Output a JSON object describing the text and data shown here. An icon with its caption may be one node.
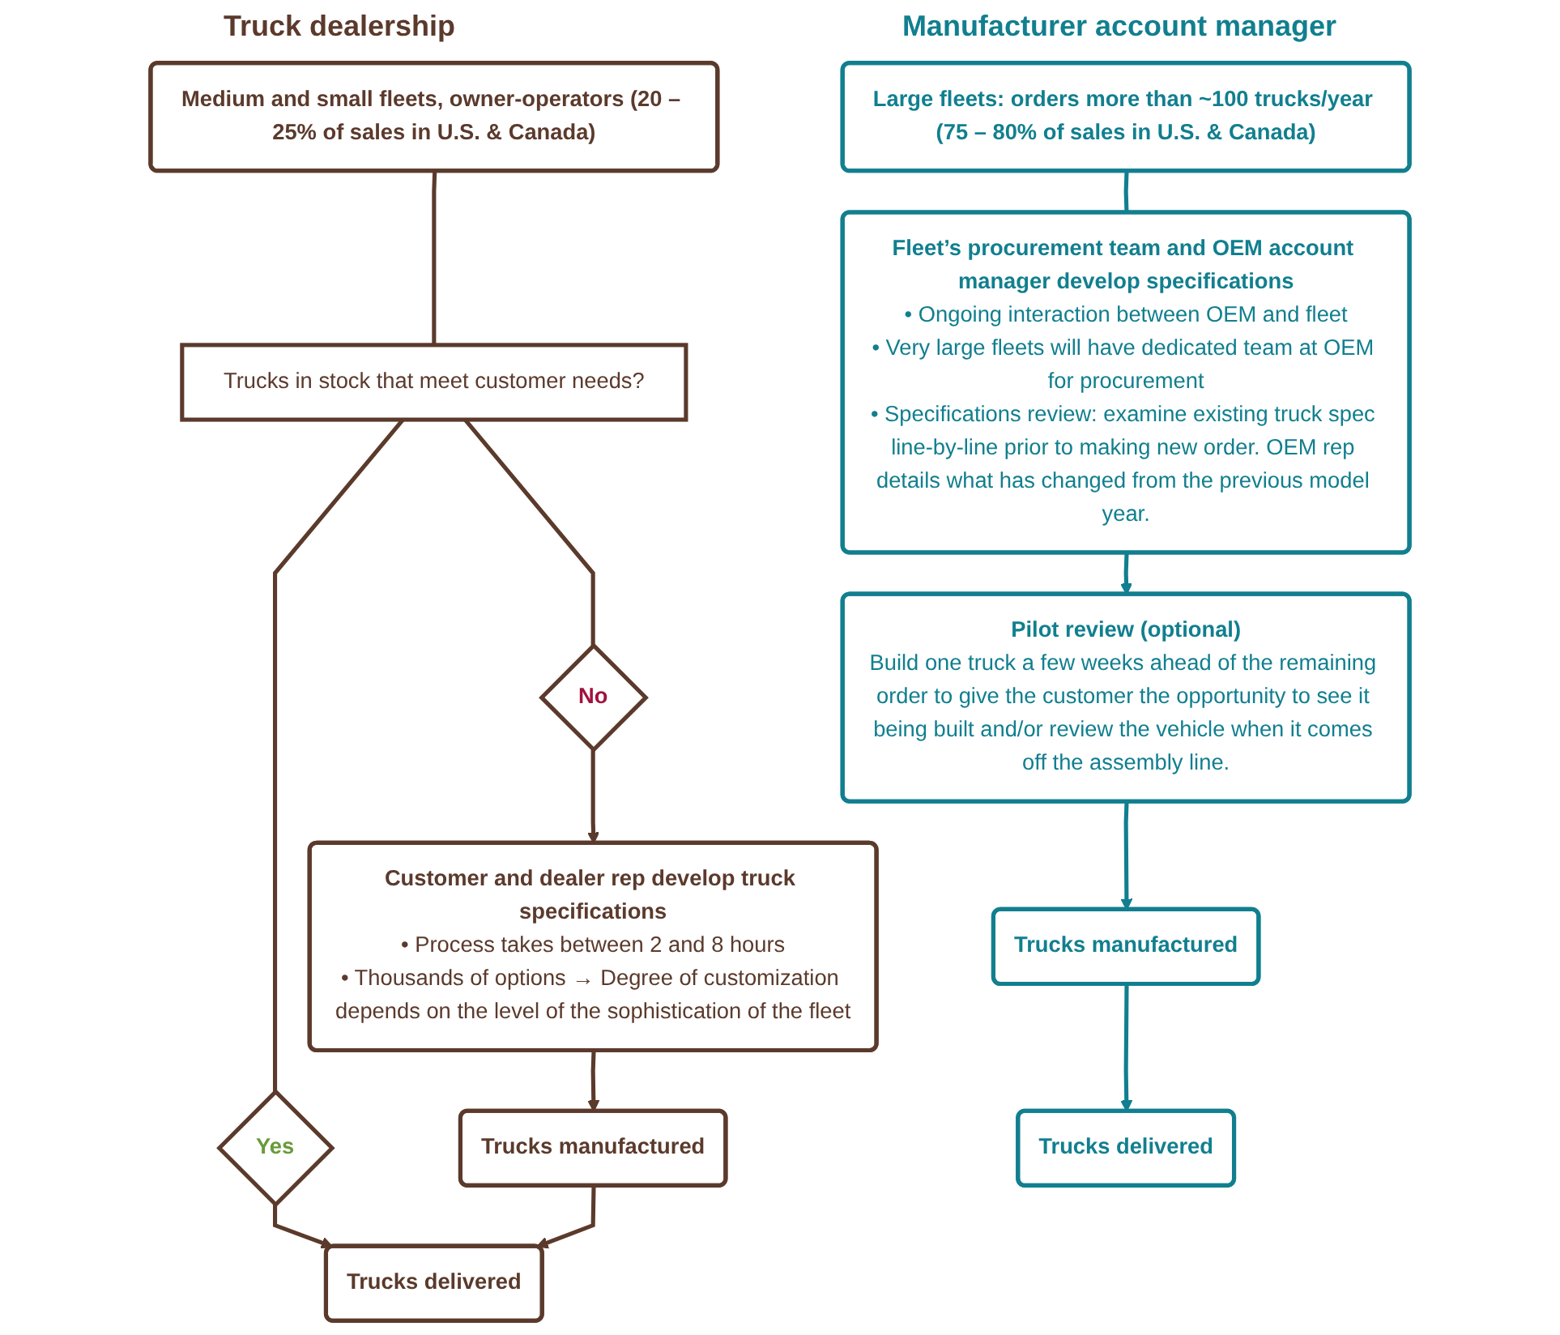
{
  "diagram": {
    "nodes": [
      {
        "text": [
          "Medium and small fleets, owner-operators (20 – 25% of sales in U.S. & Canada)"
        ]
      },
      {
        "text": [
          "Trucks in stock that meet customer needs?"
        ]
      },
      {
        "text": [
          "Yes"
        ]
      },
      {
        "text": [
          "No"
        ]
      },
      {
        "text": [
          "Customer and dealer rep develop truck specifications",
          "• Process takes between 2 and 8 hours",
          "• Thousands of options → Degree of customization depends on the level of the sophistication of the fleet"
        ]
      },
      {
        "text": [
          "Trucks manufactured"
        ]
      },
      {
        "text": [
          "Trucks delivered"
        ]
      },
      {
        "text": [
          "Large fleets: orders more than ~100 trucks/year (75 – 80% of sales in U.S. & Canada)"
        ]
      },
      {
        "text": [
          "Fleet’s procurement team and OEM account manager develop specifications",
          "• Ongoing interaction between OEM and fleet",
          "• Very large fleets will have dedicated team at OEM for procurement",
          "• Specifications review: examine existing truck spec line-by-line prior to making new order. OEM rep details what has changed from the previous model year."
        ]
      },
      {
        "text": [
          "Pilot review (optional)",
          "Build one truck a few weeks ahead of the remaining order to give the customer the opportunity to see it being built and/or review the vehicle when it comes off the assembly line."
        ]
      },
      {
        "text": [
          "Trucks manufactured"
        ]
      },
      {
        "text": [
          "Trucks delivered"
        ]
      }
    ],
    "edges": [
      {
        "from": 0,
        "to": 1,
        "arrow": "none"
      },
      {
        "from": 1,
        "to": 2,
        "arrow": "none"
      },
      {
        "from": 1,
        "to": 3,
        "arrow": "none"
      },
      {
        "from": 2,
        "to": 6,
        "arrow": "to"
      },
      {
        "from": 3,
        "to": 4,
        "arrow": "to"
      },
      {
        "from": 4,
        "to": 5,
        "arrow": "to"
      },
      {
        "from": 5,
        "to": 6,
        "arrow": "to"
      },
      {
        "from": 7,
        "to": 8,
        "arrow": "none",
        "color": "#117f8f"
      },
      {
        "from": 8,
        "to": 9,
        "arrow": "to",
        "color": "#117f8f"
      },
      {
        "from": 9,
        "to": 10,
        "arrow": "to",
        "color": "#117f8f"
      },
      {
        "from": 10,
        "to": 11,
        "arrow": "to",
        "color": "#117f8f"
      }
    ],
    "labels": [
      "Truck dealership",
      "Manufacturer account manager"
    ]
  }
}
